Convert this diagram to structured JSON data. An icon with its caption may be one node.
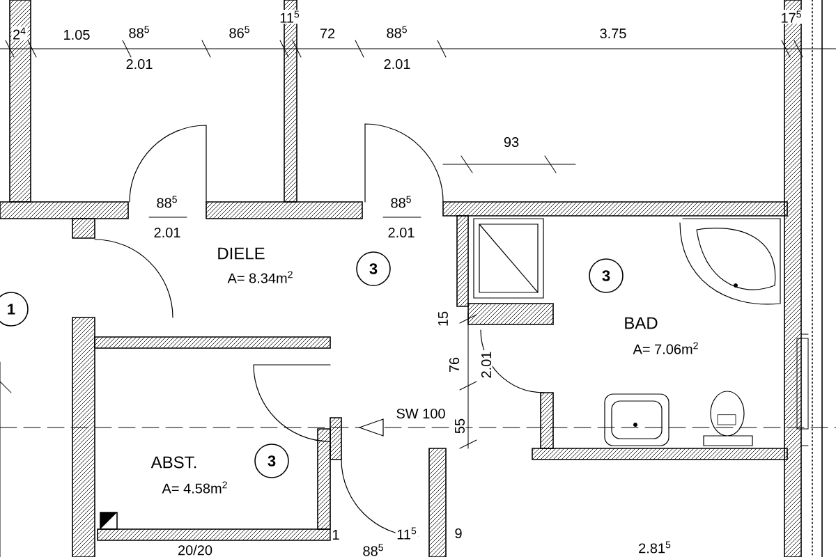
{
  "diagram": {
    "nodes": [
      {
        "text": [
          "1"
        ]
      },
      {
        "text": [
          "3"
        ]
      },
      {
        "text": [
          "3"
        ]
      },
      {
        "text": [
          "3"
        ]
      }
    ],
    "labels": [
      "2$^{4}$",
      "1.05",
      "88$^{5}$",
      "2.01",
      "86$^{5}$",
      "11$^{5}$",
      "72",
      "88$^{5}$",
      "2.01",
      "3.75",
      "17$^{5}$",
      "93",
      "88$^{5}$",
      "2.01",
      "88$^{5}$",
      "2.01",
      "DIELE",
      "A= 8.34m$^{2}$",
      "BAD",
      "A= 7.06m$^{2}$",
      "15",
      "76",
      "2.01",
      "SW 100",
      "55",
      "ABST.",
      "A= 4.58m$^{2}$",
      "1",
      "11$^{5}$",
      "9",
      "20/20",
      "88$^{5}$",
      "2.81$^{5}$"
    ]
  }
}
